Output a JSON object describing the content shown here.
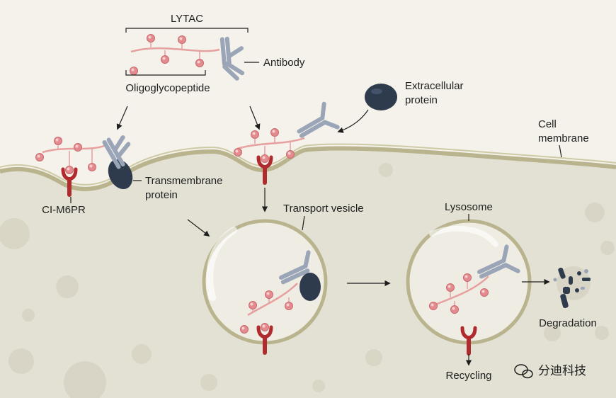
{
  "labels": {
    "lytac": "LYTAC",
    "antibody": "Antibody",
    "oligoglycopeptide": "Oligoglycopeptide",
    "extracellular_line1": "Extracellular",
    "extracellular_line2": "protein",
    "cell_line1": "Cell",
    "cell_line2": "membrane",
    "transmembrane_line1": "Transmembrane",
    "transmembrane_line2": "protein",
    "ci_m6pr": "CI-M6PR",
    "transport_vesicle": "Transport vesicle",
    "lysosome": "Lysosome",
    "degradation": "Degradation",
    "recycling": "Recycling"
  },
  "watermark": "分迪科技",
  "colors": {
    "background": "#f4f2ea",
    "cytoplasm": "#e3e1d3",
    "membrane": "#b9b48e",
    "chain": "#e7a0a0",
    "glycan": "#e48b8f",
    "antibody": "#9ba5b8",
    "protein": "#2e3b4d",
    "receptor": "#b02a2e"
  }
}
